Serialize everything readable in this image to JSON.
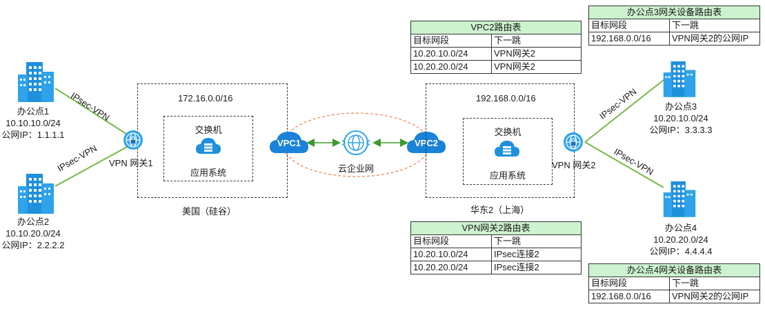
{
  "offices": [
    {
      "name": "办公点1",
      "cidr": "10.10.10.0/24",
      "public_ip": "公网IP：1.1.1.1"
    },
    {
      "name": "办公点2",
      "cidr": "10.10.20.0/24",
      "public_ip": "公网IP：2.2.2.2"
    },
    {
      "name": "办公点3",
      "cidr": "10.20.10.0/24",
      "public_ip": "公网IP：3.3.3.3"
    },
    {
      "name": "办公点4",
      "cidr": "10.20.20.0/24",
      "public_ip": "公网IP：4.4.4.4"
    }
  ],
  "links": {
    "ipsec_label": "IPsec-VPN"
  },
  "left_region": {
    "cidr": "172.16.0.0/16",
    "switch": "交换机",
    "app": "应用系统",
    "gateway": "VPN 网关1",
    "vpc": "VPC1",
    "location": "美国（硅谷）"
  },
  "right_region": {
    "cidr": "192.168.0.0/16",
    "switch": "交换机",
    "app": "应用系统",
    "gateway": "VPN 网关2",
    "vpc": "VPC2",
    "location": "华东2（上海）"
  },
  "cen": {
    "label": "云企业网"
  },
  "tables": {
    "vpc2": {
      "title": "VPC2路由表",
      "headers": [
        "目标网段",
        "下一跳"
      ],
      "rows": [
        [
          "10.20.10.0/24",
          "VPN网关2"
        ],
        [
          "10.20.20.0/24",
          "VPN网关2"
        ]
      ]
    },
    "vpn_gw2": {
      "title": "VPN网关2路由表",
      "headers": [
        "目标网段",
        "下一跳"
      ],
      "rows": [
        [
          "10.20.10.0/24",
          "IPsec连接2"
        ],
        [
          "10.20.20.0/24",
          "IPsec连接2"
        ]
      ]
    },
    "office3": {
      "title": "办公点3网关设备路由表",
      "headers": [
        "目标网段",
        "下一跳"
      ],
      "rows": [
        [
          "192.168.0.0/16",
          "VPN网关2的公网IP"
        ]
      ]
    },
    "office4": {
      "title": "办公点4网关设备路由表",
      "headers": [
        "目标网段",
        "下一跳"
      ],
      "rows": [
        [
          "192.168.0.0/16",
          "VPN网关2的公网IP"
        ]
      ]
    }
  },
  "colors": {
    "building": "#1e90dc",
    "link_green": "#7ab648",
    "cen_ellipse": "#e8824a",
    "table_header_bg": "#ccf2cf",
    "vpc_cloud": "#1a82d8"
  },
  "icons": [
    "building-icon",
    "vpn-gateway-icon",
    "vpc-cloud-icon",
    "switch-cloud-icon",
    "cen-globe-icon"
  ]
}
